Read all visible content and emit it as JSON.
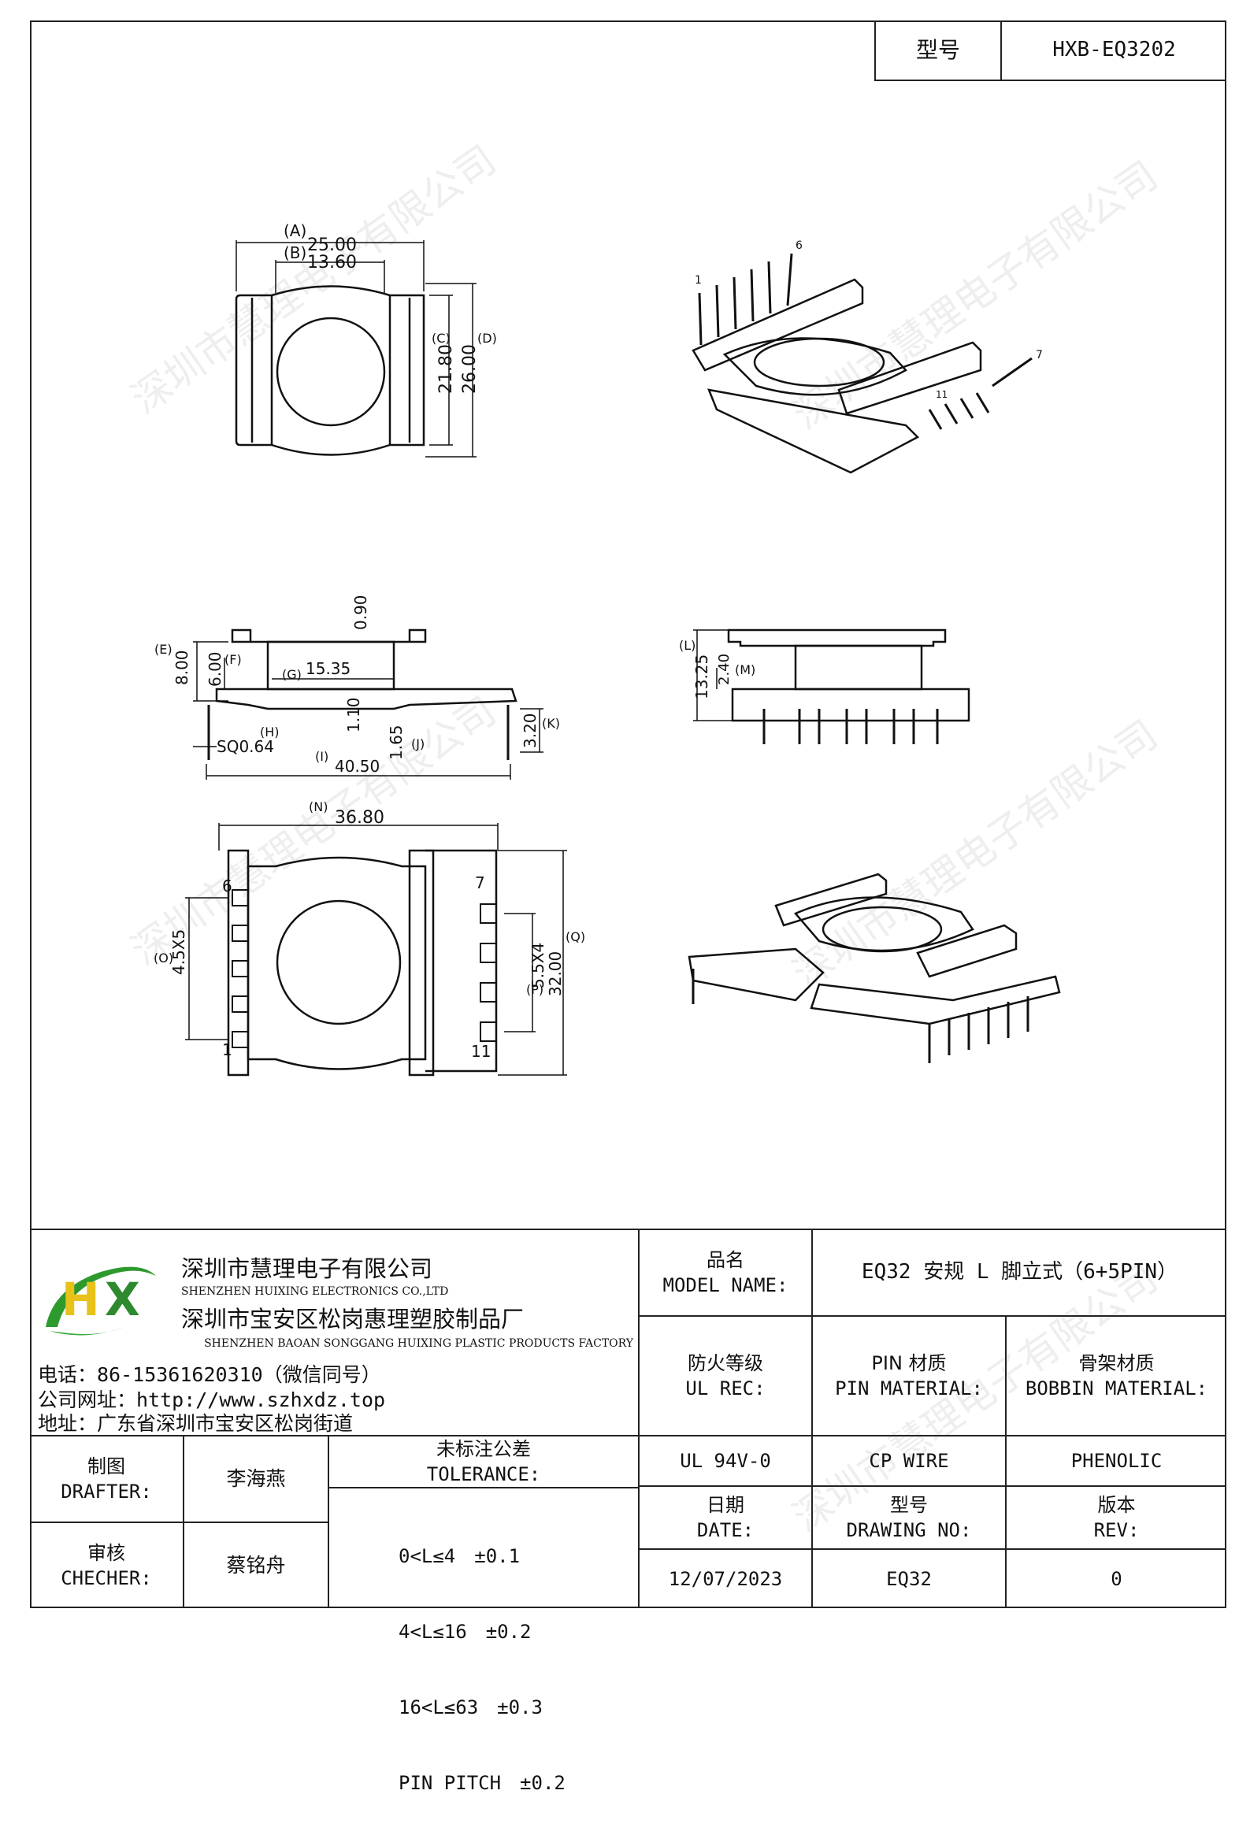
{
  "header": {
    "model_label": "型号",
    "model_value": "HXB-EQ3202"
  },
  "watermark": "深圳市慧理电子有限公司",
  "drawing": {
    "top_view": {
      "dim_a": "25.00",
      "dim_a_tag": "(A)",
      "dim_b": "13.60",
      "dim_b_tag": "(B)",
      "dim_c": "21.80",
      "dim_c_tag": "(C)",
      "dim_d": "26.00",
      "dim_d_tag": "(D)"
    },
    "side_view": {
      "dim_09": "0.90",
      "dim_e": "8.00",
      "dim_e_tag": "(E)",
      "dim_f": "6.00",
      "dim_f_tag": "(F)",
      "dim_g": "15.35",
      "dim_g_tag": "(G)",
      "dim_110": "1.10",
      "dim_h_tag": "(H)",
      "dim_sq": "SQ0.64",
      "dim_165": "1.65",
      "dim_j_tag": "(J)",
      "dim_i": "40.50",
      "dim_i_tag": "(I)",
      "dim_k": "3.20",
      "dim_k_tag": "(K)"
    },
    "end_view": {
      "dim_l": "13.25",
      "dim_l_tag": "(L)",
      "dim_m": "2.40",
      "dim_m_tag": "(M)"
    },
    "bottom_view": {
      "dim_n": "36.80",
      "dim_n_tag": "(N)",
      "dim_o": "4.5X5",
      "dim_o_tag": "(O)",
      "dim_p": "5.5X4",
      "dim_p_tag": "(P)",
      "dim_q": "32.00",
      "dim_q_tag": "(Q)",
      "pin_6": "6",
      "pin_1": "1",
      "pin_7": "7",
      "pin_11": "11"
    },
    "iso_top": {
      "pin_1": "1",
      "pin_6": "6",
      "pin_7": "7",
      "pin_11": "11"
    }
  },
  "company": {
    "logo_text": "HX",
    "name_cn": "深圳市慧理电子有限公司",
    "name_en": "SHENZHEN HUIXING ELECTRONICS CO.,LTD",
    "factory_cn": "深圳市宝安区松岗惠理塑胶制品厂",
    "factory_en": "SHENZHEN BAOAN SONGGANG HUIXING PLASTIC PRODUCTS FACTORY",
    "phone": "电话：86-15361620310（微信同号）",
    "website": "公司网址：http://www.szhxdz.top",
    "address": "地址：广东省深圳市宝安区松岗街道"
  },
  "titleblock": {
    "model_name_cn": "品名",
    "model_name_en": "MODEL NAME:",
    "model_name_value": "EQ32 安规 L 脚立式（6+5PIN）",
    "ul_cn": "防火等级",
    "ul_en": "UL REC:",
    "pin_mat_cn": "PIN 材质",
    "pin_mat_en": "PIN MATERIAL:",
    "bobbin_mat_cn": "骨架材质",
    "bobbin_mat_en": "BOBBIN MATERIAL:",
    "ul_value": "UL 94V-0",
    "pin_mat_value": "CP WIRE",
    "bobbin_mat_value": "PHENOLIC",
    "date_cn": "日期",
    "date_en": "DATE:",
    "drawing_no_cn": "型号",
    "drawing_no_en": "DRAWING NO:",
    "rev_cn": "版本",
    "rev_en": "REV:",
    "date_value": "12/07/2023",
    "drawing_no_value": "EQ32",
    "rev_value": "0",
    "drafter_cn": "制图",
    "drafter_en": "DRAFTER:",
    "drafter_value": "李海燕",
    "checker_cn": "审核",
    "checker_en": "CHECHER:",
    "checker_value": "蔡铭舟",
    "tolerance_cn": "未标注公差",
    "tolerance_en": "TOLERANCE:",
    "tolerance_rows": [
      "0<L≤4　±0.1",
      "4<L≤16　±0.2",
      "16<L≤63　±0.3",
      "PIN PITCH　±0.2"
    ]
  }
}
